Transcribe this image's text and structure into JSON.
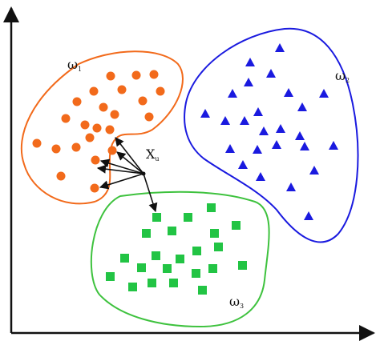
{
  "classes": [
    {
      "symbol": "ω",
      "index": "1",
      "shape": "circle",
      "color": "#f26a1b"
    },
    {
      "symbol": "ω",
      "index": "2",
      "shape": "triangle",
      "color": "#1a1adf"
    },
    {
      "symbol": "ω",
      "index": "3",
      "shape": "square",
      "color": "#22c444"
    }
  ],
  "query_point": {
    "symbol": "X",
    "index": "u"
  },
  "neighbors_shown": 6,
  "colors": {
    "axes": "#111111",
    "arrows": "#111111",
    "boundary_orange": "#f26a1b",
    "boundary_blue": "#1a1adf",
    "boundary_green": "#3ec23e"
  }
}
